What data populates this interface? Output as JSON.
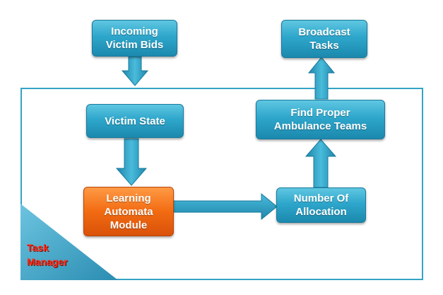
{
  "nodes": {
    "incoming": {
      "line1": "Incoming",
      "line2": "Victim Bids"
    },
    "broadcast": {
      "line1": "Broadcast",
      "line2": "Tasks"
    },
    "victim_state": {
      "label": "Victim State"
    },
    "find_teams": {
      "line1": "Find Proper",
      "line2": "Ambulance Teams"
    },
    "learning": {
      "line1": "Learning",
      "line2": "Automata",
      "line3": "Module"
    },
    "allocation": {
      "line1": "Number Of",
      "line2": "Allocation"
    }
  },
  "container": {
    "line1": "Task",
    "line2": "Manager"
  },
  "colors": {
    "node": "#2ea6cb",
    "highlight_node": "#f26b12",
    "frame": "#35a3c6",
    "corner": "#3ba0c4",
    "container_label": "#ff2a18"
  }
}
